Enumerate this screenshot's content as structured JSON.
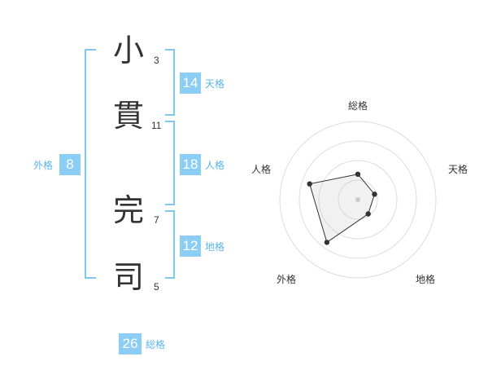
{
  "name": {
    "chars": [
      {
        "char": "小",
        "strokes": "3"
      },
      {
        "char": "貫",
        "strokes": "11"
      },
      {
        "char": "完",
        "strokes": "7"
      },
      {
        "char": "司",
        "strokes": "5"
      }
    ]
  },
  "scores": {
    "tenkaku": {
      "value": "14",
      "label": "天格"
    },
    "jinkaku": {
      "value": "18",
      "label": "人格"
    },
    "chikaku": {
      "value": "12",
      "label": "地格"
    },
    "gaikaku": {
      "value": "8",
      "label": "外格"
    },
    "soukaku": {
      "value": "26",
      "label": "総格"
    }
  },
  "colors": {
    "accent": "#8ccdf5",
    "bracket": "#7fc7f0",
    "label": "#5bb5e8"
  },
  "chart_data": {
    "type": "radar",
    "axes": [
      "総格",
      "天格",
      "地格",
      "外格",
      "人格"
    ],
    "levels": 4,
    "max": 4,
    "values": [
      1.3,
      0.9,
      0.9,
      2.7,
      2.6
    ]
  }
}
